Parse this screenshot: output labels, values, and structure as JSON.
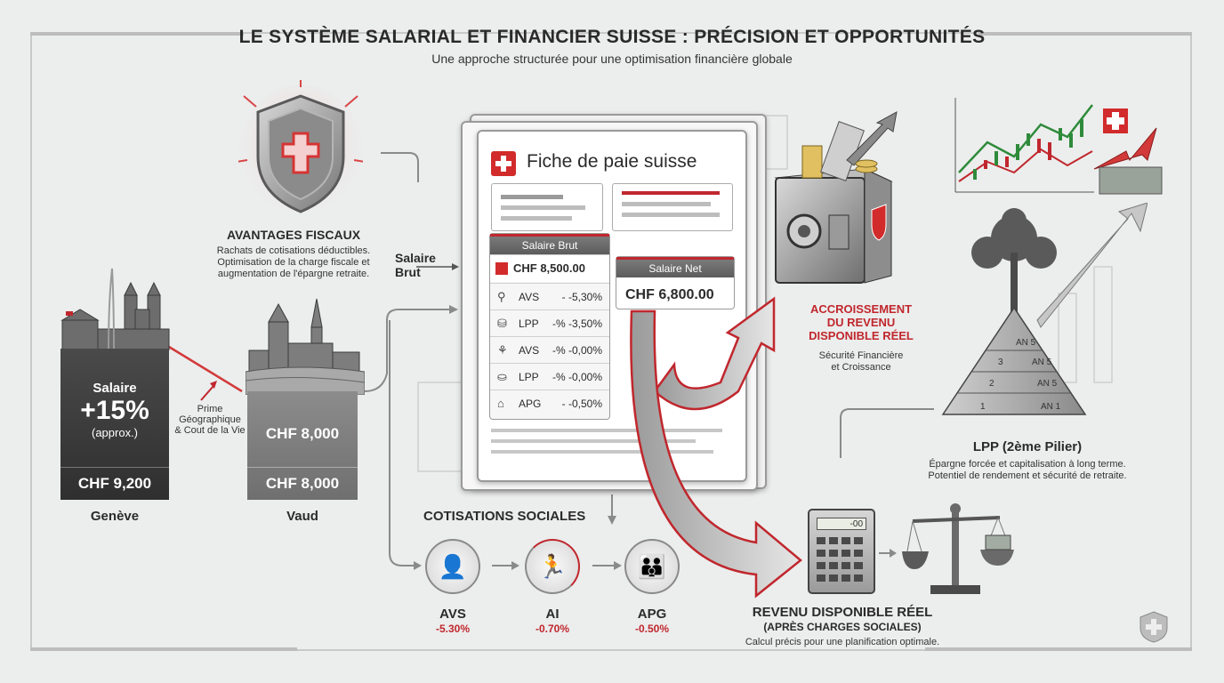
{
  "header": {
    "title": "LE SYSTÈME SALARIAL ET FINANCIER SUISSE : PRÉCISION ET OPPORTUNITÉS",
    "subtitle": "Une approche structurée pour une optimisation financière globale"
  },
  "fiscal": {
    "title": "AVANTAGES FISCAUX",
    "lines": [
      "Rachats de cotisations déductibles.",
      "Optimisation de la charge fiscale et",
      "augmentation de l'épargne retraite."
    ]
  },
  "geneva": {
    "label_top": "Salaire",
    "percent": "+15%",
    "approx": "(approx.)",
    "amount": "CHF 9,200",
    "city": "Genève"
  },
  "vaud": {
    "amount_top": "CHF 8,000",
    "amount": "CHF 8,000",
    "city": "Vaud"
  },
  "premium": {
    "lines": [
      "Prime",
      "Géographique",
      "& Cout de la Vie"
    ]
  },
  "salaire_brut_label": [
    "Salaire",
    "Brut"
  ],
  "payslip": {
    "title": "Fiche de paie suisse",
    "brut_head": "Salaire Brut",
    "brut_amount": "CHF 8,500.00",
    "rows": [
      {
        "icon": "person-shield-icon",
        "glyph": "⚲",
        "label": "AVS",
        "value": "- -5,30%"
      },
      {
        "icon": "growth-chart-icon",
        "glyph": "⛁",
        "label": "LPP",
        "value": "-% -3,50%"
      },
      {
        "icon": "hand-coins-icon",
        "glyph": "⚘",
        "label": "AVS",
        "value": "-% -0,00%"
      },
      {
        "icon": "savings-icon",
        "glyph": "⛀",
        "label": "LPP",
        "value": "-% -0,00%"
      },
      {
        "icon": "building-icon",
        "glyph": "⌂",
        "label": "APG",
        "value": "- -0,50%"
      }
    ],
    "net_head": "Salaire Net",
    "net_amount": "CHF 6,800.00"
  },
  "accroissement": {
    "title_lines": [
      "ACCROISSEMENT",
      "DU REVENU",
      "DISPONIBLE RÉEL"
    ],
    "sub_lines": [
      "Sécurité Financière",
      "et Croissance"
    ]
  },
  "lpp": {
    "title": "LPP (2ème Pilier)",
    "lines": [
      "Épargne forcée et capitalisation à long terme.",
      "Potentiel de rendement et sécurité de retraite."
    ],
    "pyramid_levels": [
      {
        "num": "1",
        "label": "AN 1"
      },
      {
        "num": "2",
        "label": "AN 5"
      },
      {
        "num": "3",
        "label": "AN 5"
      },
      {
        "num": "",
        "label": "AN 5"
      }
    ]
  },
  "cotisations": {
    "title": "COTISATIONS SOCIALES",
    "items": [
      {
        "name": "AVS",
        "rate": "-5.30%",
        "icon": "person-shield-icon",
        "glyph": "👤"
      },
      {
        "name": "AI",
        "rate": "-0.70%",
        "icon": "running-person-icon",
        "glyph": "🏃"
      },
      {
        "name": "APG",
        "rate": "-0.50%",
        "icon": "family-icon",
        "glyph": "👪"
      }
    ]
  },
  "revenu": {
    "title": "REVENU DISPONIBLE RÉEL",
    "sub": "(APRÈS CHARGES SOCIALES)",
    "desc": "Calcul précis pour une planification optimale."
  },
  "calculator_display": "-00",
  "colors": {
    "accent_red": "#c0272d",
    "dark": "#2f2f2f",
    "gray": "#7a7a7a"
  }
}
